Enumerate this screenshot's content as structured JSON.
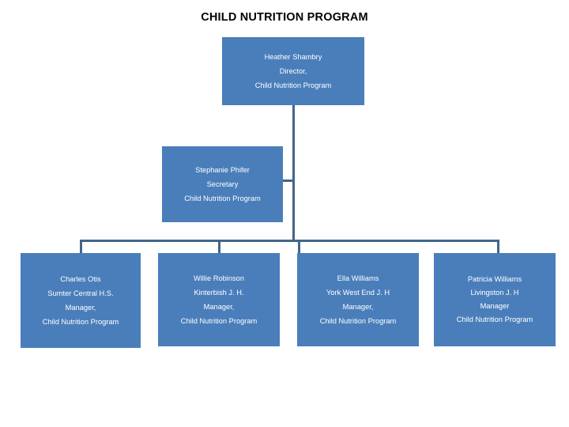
{
  "chart_data": {
    "type": "diagram",
    "subtype": "organization-chart",
    "title": "CHILD NUTRITION PROGRAM",
    "colors": {
      "box_fill": "#4a7ebb",
      "box_text": "#ffffff",
      "connector": "#41668a",
      "background": "#ffffff",
      "title_text": "#000000"
    },
    "nodes": [
      {
        "id": "director",
        "level": 0,
        "name": "Heather Shambry",
        "title": "Director,",
        "department": "Child Nutrition Program",
        "lines": [
          "Heather Shambry",
          "Director,",
          "Child Nutrition Program"
        ]
      },
      {
        "id": "secretary",
        "level": 1,
        "name": "Stephanie Phifer",
        "title": "Secretary",
        "department": "Child Nutrition Program",
        "lines": [
          "Stephanie Phifer",
          "Secretary",
          "Child Nutrition Program"
        ]
      },
      {
        "id": "manager-1",
        "level": 2,
        "name": "Charles Otis",
        "site": "Sumter Central H.S.",
        "title": "Manager,",
        "department": "Child Nutrition Program",
        "lines": [
          "Charles Otis",
          "Sumter Central H.S.",
          "Manager,",
          "Child Nutrition Program"
        ]
      },
      {
        "id": "manager-2",
        "level": 2,
        "name": "Willie Robinson",
        "site": "Kinterbish J. H.",
        "title": "Manager,",
        "department": "Child Nutrition Program",
        "lines": [
          "Willie Robinson",
          "Kinterbish J. H.",
          "Manager,",
          "Child Nutrition Program"
        ]
      },
      {
        "id": "manager-3",
        "level": 2,
        "name": "Ella Williams",
        "site": "York West End J. H",
        "title": "Manager,",
        "department": "Child Nutrition Program",
        "lines": [
          "Ella Williams",
          "York West End J. H",
          "Manager,",
          "Child Nutrition Program"
        ]
      },
      {
        "id": "manager-4",
        "level": 2,
        "name": "Patricia Williams",
        "site": "Livingston J. H",
        "title": "Manager",
        "department": "Child Nutrition Program",
        "lines": [
          "Patricia Williams",
          "Livingston J. H",
          "Manager",
          "Child Nutrition Program"
        ]
      }
    ],
    "edges": [
      {
        "from": "director",
        "to": "secretary"
      },
      {
        "from": "director",
        "to": "manager-1"
      },
      {
        "from": "director",
        "to": "manager-2"
      },
      {
        "from": "director",
        "to": "manager-3"
      },
      {
        "from": "director",
        "to": "manager-4"
      }
    ]
  }
}
